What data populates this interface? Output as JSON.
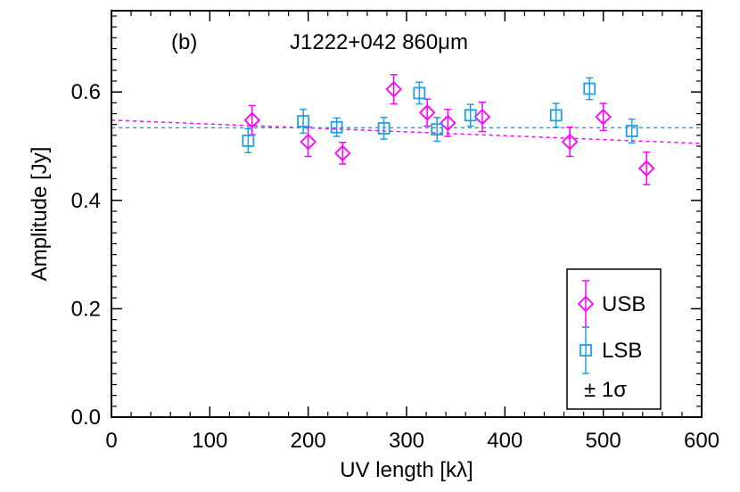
{
  "chart_data": {
    "type": "scatter",
    "panel_label": "(b)",
    "title": "J1222+042  860μm",
    "xlabel": "UV length [kλ]",
    "ylabel": "Amplitude [Jy]",
    "xlim": [
      0,
      600
    ],
    "ylim": [
      0,
      0.75
    ],
    "xticks": [
      0,
      100,
      200,
      300,
      400,
      500,
      600
    ],
    "xtick_labels": [
      "0",
      "100",
      "200",
      "300",
      "400",
      "500",
      "600"
    ],
    "yticks": [
      0.0,
      0.2,
      0.4,
      0.6
    ],
    "ytick_labels": [
      "0.0",
      "0.2",
      "0.4",
      "0.6"
    ],
    "grid": false,
    "legend_position": "bottom-right",
    "legend_note": "± 1σ",
    "series": [
      {
        "name": "USB",
        "marker": "diamond",
        "color": "#ff00ff",
        "x": [
          143,
          200,
          235,
          287,
          321,
          342,
          377,
          466,
          500,
          544
        ],
        "y": [
          0.548,
          0.508,
          0.487,
          0.605,
          0.562,
          0.543,
          0.554,
          0.508,
          0.554,
          0.459
        ],
        "err": [
          0.027,
          0.027,
          0.02,
          0.027,
          0.025,
          0.025,
          0.027,
          0.027,
          0.025,
          0.03
        ],
        "fit": {
          "x": [
            0,
            600
          ],
          "y": [
            0.548,
            0.505
          ]
        }
      },
      {
        "name": "LSB",
        "marker": "square",
        "color": "#1ea0e6",
        "x": [
          139,
          195,
          229,
          277,
          313,
          331,
          365,
          452,
          486,
          529
        ],
        "y": [
          0.51,
          0.546,
          0.535,
          0.533,
          0.598,
          0.531,
          0.557,
          0.557,
          0.606,
          0.528
        ],
        "err": [
          0.022,
          0.022,
          0.017,
          0.02,
          0.02,
          0.022,
          0.02,
          0.022,
          0.02,
          0.022
        ],
        "fit": {
          "x": [
            0,
            600
          ],
          "y": [
            0.534,
            0.534
          ]
        }
      }
    ]
  }
}
